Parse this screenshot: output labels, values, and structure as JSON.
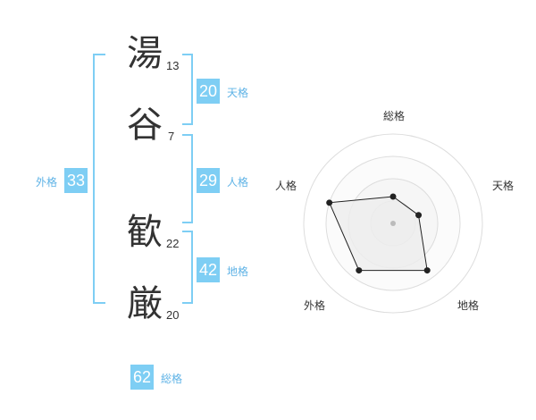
{
  "name": [
    {
      "char": "湯",
      "strokes": "13"
    },
    {
      "char": "谷",
      "strokes": "7"
    },
    {
      "char": "歓",
      "strokes": "22"
    },
    {
      "char": "厳",
      "strokes": "20"
    }
  ],
  "kaku": {
    "tenkaku": {
      "value": "20",
      "label": "天格"
    },
    "jinkaku": {
      "value": "29",
      "label": "人格"
    },
    "chikaku": {
      "value": "42",
      "label": "地格"
    },
    "gaikaku": {
      "value": "33",
      "label": "外格"
    },
    "soukaku": {
      "value": "62",
      "label": "総格"
    }
  },
  "chart_data": {
    "type": "radar",
    "axes": [
      "総格",
      "天格",
      "地格",
      "外格",
      "人格"
    ],
    "values": [
      0.3,
      0.3,
      0.65,
      0.65,
      0.75
    ],
    "max": 1,
    "rings": 4,
    "fill_color": "#eeeeee",
    "line_color": "#222222"
  }
}
